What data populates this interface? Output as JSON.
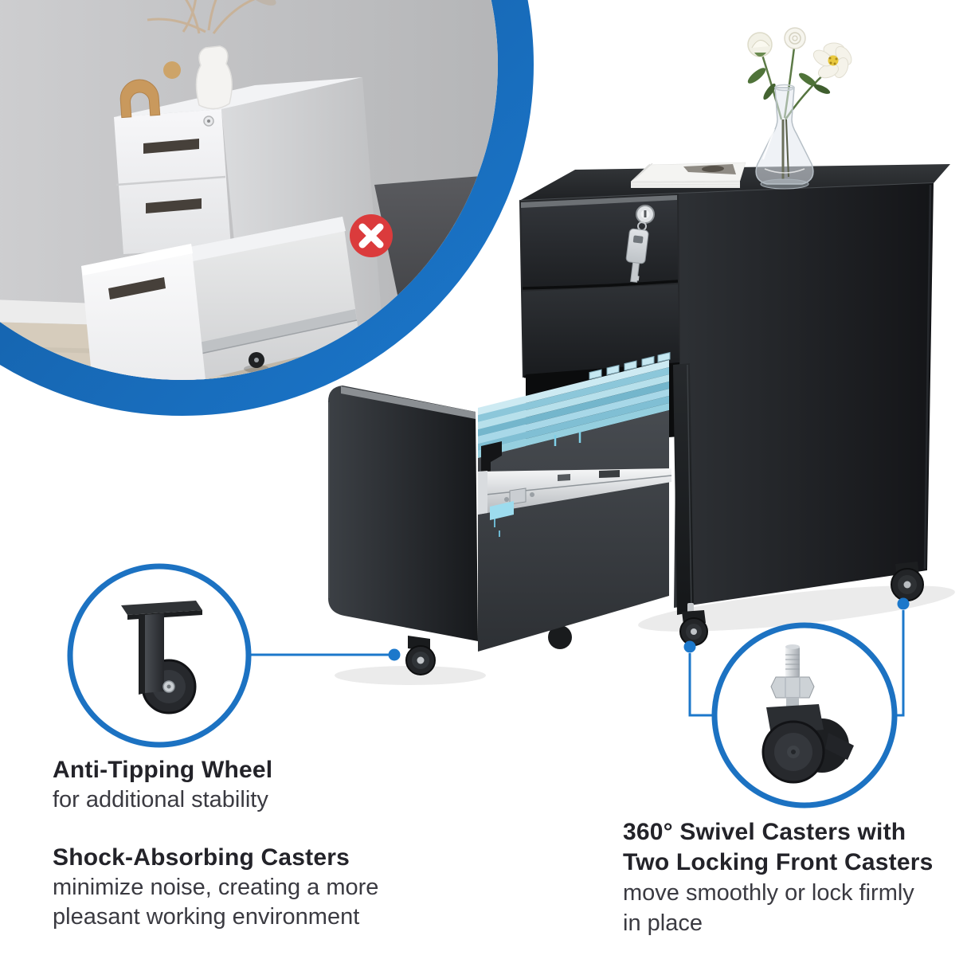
{
  "image_type": "product-feature-infographic",
  "product": "3-drawer mobile file cabinet, black",
  "colors": {
    "accent_blue_ring": "#1566ae",
    "callout_blue": "#1c78cb",
    "error_red": "#db3b3c",
    "title_text": "#232329",
    "body_text": "#3a3a41",
    "cabinet_black": "#232528",
    "folder_blue": "#a8d8e8",
    "background": "#ffffff"
  },
  "insets": {
    "wrong_example": {
      "icon": "x-mark-icon",
      "meaning": "tipping cabinet - wrong example"
    },
    "anti_tipping_wheel": {
      "icon": "anti-tipping-wheel-icon"
    },
    "swivel_caster": {
      "icon": "swivel-caster-icon"
    }
  },
  "features": [
    {
      "title": "Anti-Tipping Wheel",
      "desc_lines": [
        "for additional stability"
      ]
    },
    {
      "title": "Shock-Absorbing Casters",
      "desc_lines": [
        "minimize noise, creating a more",
        "pleasant working environment"
      ]
    },
    {
      "title_lines": [
        "360° Swivel Casters with",
        "Two Locking Front Casters"
      ],
      "desc_lines": [
        "move smoothly or lock firmly",
        "in place"
      ]
    }
  ]
}
